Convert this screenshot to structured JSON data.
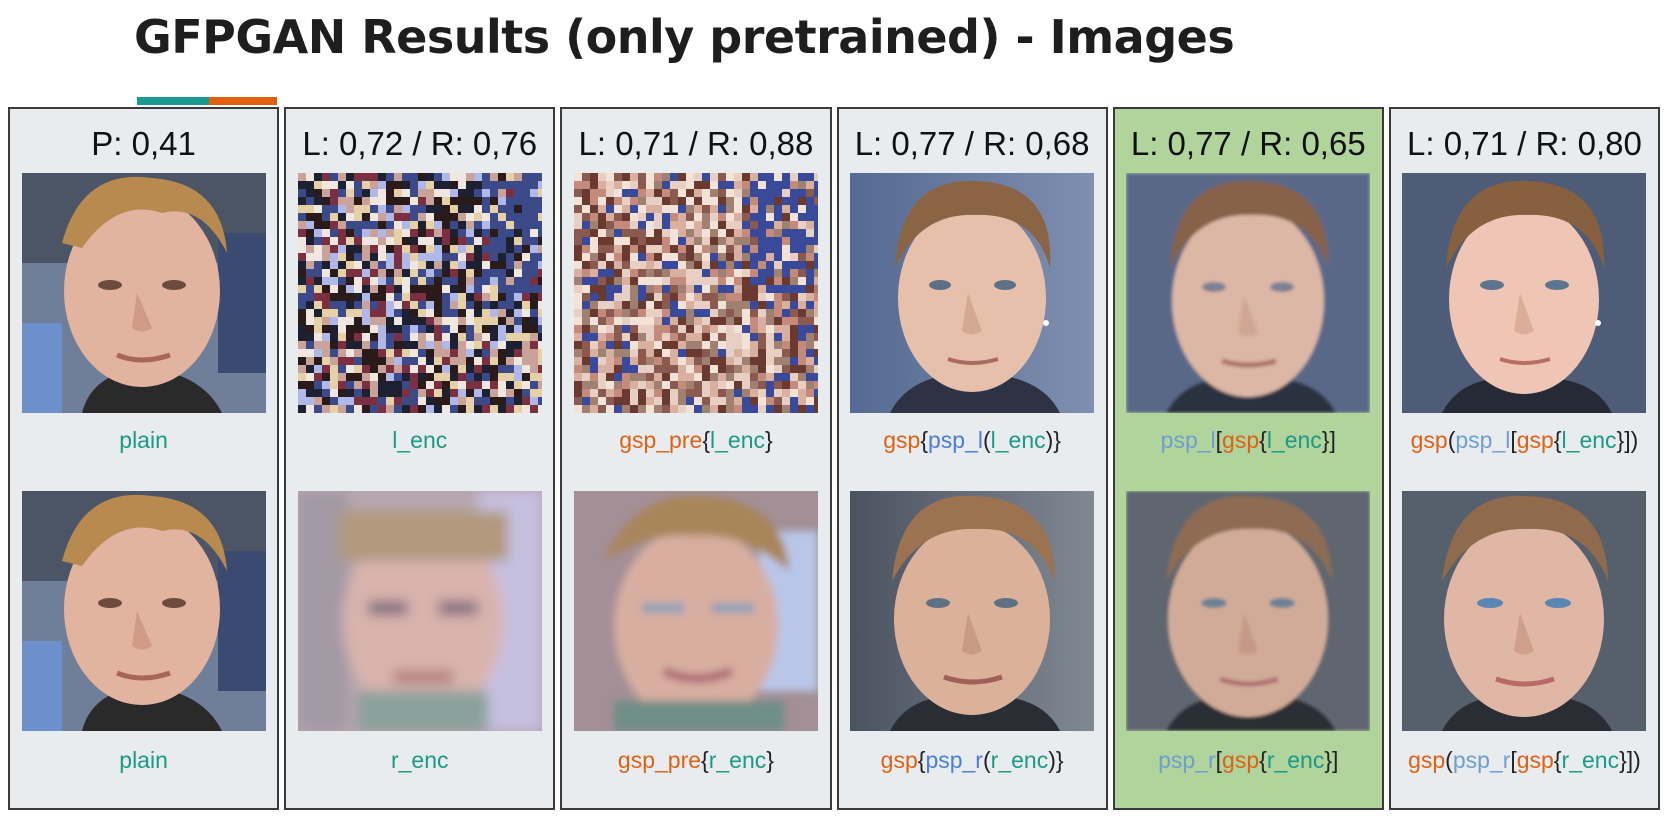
{
  "title": "GFPGAN Results (only pretrained) - Images",
  "colors": {
    "teal": "#1a9a8e",
    "orange": "#e0600f",
    "highlight": "#b0d49c",
    "panel": "#e8ecef"
  },
  "columns": [
    {
      "score": "P: 0,41",
      "top_image": "photo of original face, young man with light hair in car",
      "top_caption": [
        {
          "text": "plain",
          "color": "teal"
        }
      ],
      "bottom_image": "photo of original face, young man with light hair in car",
      "bottom_caption": [
        {
          "text": "plain",
          "color": "teal"
        }
      ]
    },
    {
      "score": "L: 0,72 / R: 0,76",
      "top_image": "heavily noisy colorful artifact image",
      "top_caption": [
        {
          "text": "l_enc",
          "color": "teal"
        }
      ],
      "bottom_image": "blurry pixelated face reconstruction",
      "bottom_caption": [
        {
          "text": "r_enc",
          "color": "teal"
        }
      ]
    },
    {
      "score": "L: 0,71 / R: 0,88",
      "top_image": "noisy colorful artifact image",
      "top_caption": [
        {
          "text": "gsp_pre",
          "color": "orange"
        },
        {
          "text": "{",
          "color": "dark"
        },
        {
          "text": "l_enc",
          "color": "teal"
        },
        {
          "text": "}",
          "color": "dark"
        }
      ],
      "bottom_image": "blurry colorful face reconstruction",
      "bottom_caption": [
        {
          "text": "gsp_pre",
          "color": "orange"
        },
        {
          "text": "{",
          "color": "dark"
        },
        {
          "text": "r_enc",
          "color": "teal"
        },
        {
          "text": "}",
          "color": "dark"
        }
      ]
    },
    {
      "score": "L: 0,77 / R: 0,68",
      "top_image": "clean generated face of man",
      "top_caption": [
        {
          "text": "gsp",
          "color": "orange"
        },
        {
          "text": "{",
          "color": "dark"
        },
        {
          "text": "psp_l",
          "color": "blue"
        },
        {
          "text": "(",
          "color": "dark"
        },
        {
          "text": "l_enc",
          "color": "teal"
        },
        {
          "text": ")}",
          "color": "dark"
        }
      ],
      "bottom_image": "clean generated face of man",
      "bottom_caption": [
        {
          "text": "gsp",
          "color": "orange"
        },
        {
          "text": "{",
          "color": "dark"
        },
        {
          "text": "psp_r",
          "color": "blue"
        },
        {
          "text": "(",
          "color": "dark"
        },
        {
          "text": "r_enc",
          "color": "teal"
        },
        {
          "text": ")}",
          "color": "dark"
        }
      ]
    },
    {
      "score": "L: 0,77 / R: 0,65",
      "highlight": true,
      "top_image": "soft generated face of man",
      "top_caption": [
        {
          "text": "psp_l",
          "color": "lblue"
        },
        {
          "text": "[",
          "color": "dark"
        },
        {
          "text": "gsp",
          "color": "orange"
        },
        {
          "text": "{",
          "color": "dark"
        },
        {
          "text": "l_enc",
          "color": "teal"
        },
        {
          "text": "}]",
          "color": "dark"
        }
      ],
      "bottom_image": "soft generated face of man",
      "bottom_caption": [
        {
          "text": "psp_r",
          "color": "lblue"
        },
        {
          "text": "[",
          "color": "dark"
        },
        {
          "text": "gsp",
          "color": "orange"
        },
        {
          "text": "{",
          "color": "dark"
        },
        {
          "text": "r_enc",
          "color": "teal"
        },
        {
          "text": "}]",
          "color": "dark"
        }
      ]
    },
    {
      "score": "L: 0,71 / R: 0,80",
      "top_image": "generated face of man",
      "top_caption": [
        {
          "text": "gsp",
          "color": "orange"
        },
        {
          "text": "(",
          "color": "dark"
        },
        {
          "text": "psp_l",
          "color": "lblue"
        },
        {
          "text": "[",
          "color": "dark"
        },
        {
          "text": "gsp",
          "color": "orange"
        },
        {
          "text": "{",
          "color": "dark"
        },
        {
          "text": "l_enc",
          "color": "teal"
        },
        {
          "text": "}])",
          "color": "dark"
        }
      ],
      "bottom_image": "generated face of man",
      "bottom_caption": [
        {
          "text": "gsp",
          "color": "orange"
        },
        {
          "text": "(",
          "color": "dark"
        },
        {
          "text": "psp_r",
          "color": "lblue"
        },
        {
          "text": "[",
          "color": "dark"
        },
        {
          "text": "gsp",
          "color": "orange"
        },
        {
          "text": "{",
          "color": "dark"
        },
        {
          "text": "r_enc",
          "color": "teal"
        },
        {
          "text": "}])",
          "color": "dark"
        }
      ]
    }
  ]
}
